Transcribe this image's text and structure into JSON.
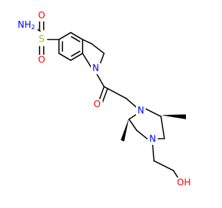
{
  "molecule": {
    "colors": {
      "bond": "#000000",
      "carbon": "#000000",
      "oxygen": "#ff0000",
      "nitrogen": "#0000ff",
      "sulfur": "#b5b500",
      "background": "#ffffff"
    },
    "atom_labels": {
      "nh2": "NH2",
      "sulfur": "S",
      "sulfonyl_o_top": "O",
      "sulfonyl_o_bottom": "O",
      "indoline_n": "N",
      "carbonyl_o": "O",
      "piperazine_n4": "N",
      "piperazine_n1": "N",
      "hydroxyl": "OH"
    }
  }
}
